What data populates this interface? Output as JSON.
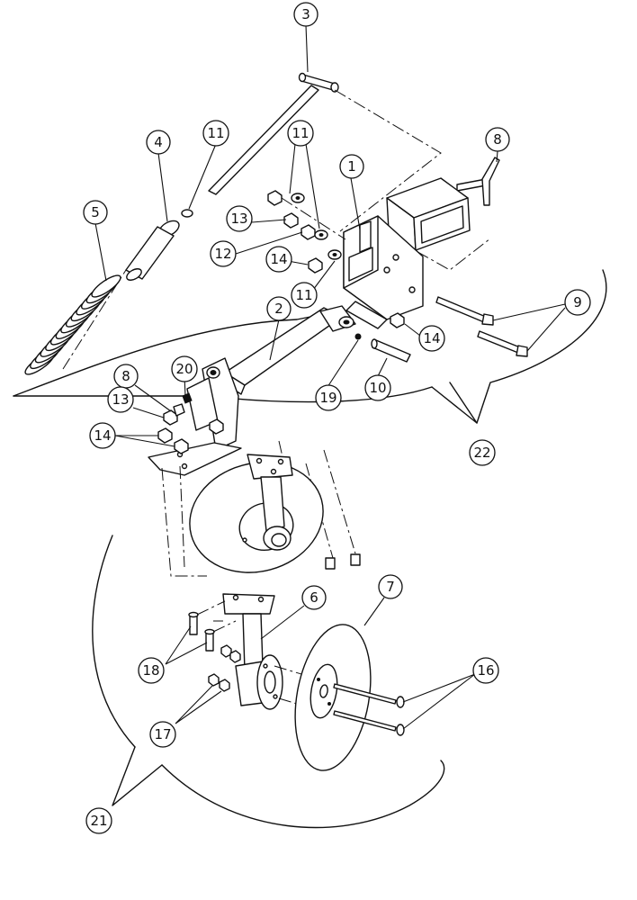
{
  "callouts": [
    {
      "id": "c1",
      "label": "1"
    },
    {
      "id": "c2",
      "label": "2"
    },
    {
      "id": "c3",
      "label": "3"
    },
    {
      "id": "c4",
      "label": "4"
    },
    {
      "id": "c5",
      "label": "5"
    },
    {
      "id": "c6",
      "label": "6"
    },
    {
      "id": "c7",
      "label": "7"
    },
    {
      "id": "c8a",
      "label": "8"
    },
    {
      "id": "c8b",
      "label": "8"
    },
    {
      "id": "c9",
      "label": "9"
    },
    {
      "id": "c10",
      "label": "10"
    },
    {
      "id": "c11a",
      "label": "11"
    },
    {
      "id": "c11b",
      "label": "11"
    },
    {
      "id": "c11c",
      "label": "11"
    },
    {
      "id": "c12",
      "label": "12"
    },
    {
      "id": "c13a",
      "label": "13"
    },
    {
      "id": "c13b",
      "label": "13"
    },
    {
      "id": "c14a",
      "label": "14"
    },
    {
      "id": "c14b",
      "label": "14"
    },
    {
      "id": "c14c",
      "label": "14"
    },
    {
      "id": "c16",
      "label": "16"
    },
    {
      "id": "c17",
      "label": "17"
    },
    {
      "id": "c18",
      "label": "18"
    },
    {
      "id": "c19",
      "label": "19"
    },
    {
      "id": "c20",
      "label": "20"
    },
    {
      "id": "c21",
      "label": "21"
    },
    {
      "id": "c22",
      "label": "22"
    }
  ]
}
